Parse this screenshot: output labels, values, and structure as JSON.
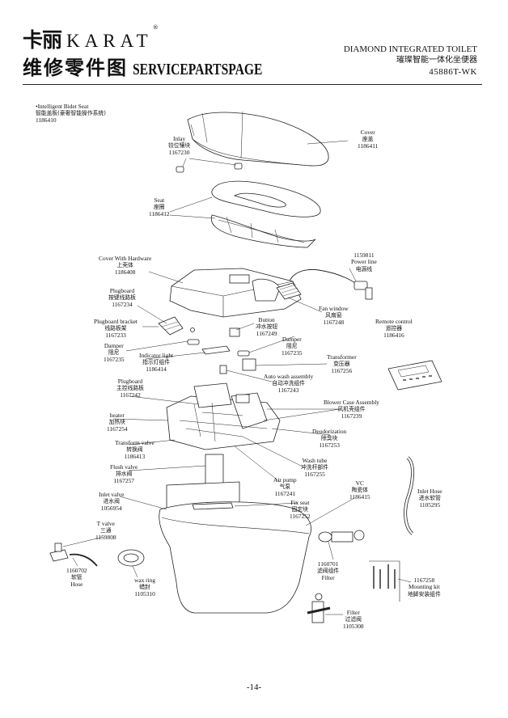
{
  "header": {
    "logo_cn": "卡丽",
    "logo_en": "KARAT",
    "title_cn": "维修零件图",
    "title_en": "SERVICEPARTSPAGE",
    "product_en": "DIAMOND INTEGRATED TOILET",
    "product_cn": "璀璨智能一体化坐便器",
    "model": "45886T-WK"
  },
  "parts": [
    {
      "id": "intelligent-bidet-seat",
      "en": "•Intelligent Bidet Seat",
      "cn": "智能盖板(豪奢智能操作系统)",
      "code": "1186410"
    },
    {
      "id": "inlay",
      "en": "Inlay",
      "cn": "铰位镶块",
      "code": "1167230"
    },
    {
      "id": "cover",
      "en": "Cover",
      "cn": "座盖",
      "code": "1186411"
    },
    {
      "id": "seat",
      "en": "Seat",
      "cn": "座圈",
      "code": "1186412"
    },
    {
      "id": "power-line",
      "en": "Power line",
      "cn": "电源线",
      "code": "1159811"
    },
    {
      "id": "cover-with-hardware",
      "en": "Cover With Hardware",
      "cn": "上壳体",
      "code": "1186408"
    },
    {
      "id": "plugboard-1",
      "en": "Plugboard",
      "cn": "按键线路板",
      "code": "1167234"
    },
    {
      "id": "fan-window",
      "en": "Fan window",
      "cn": "风扇窗",
      "code": "1167248"
    },
    {
      "id": "plugboard-bracket",
      "en": "Plugboard bracket",
      "cn": "线路板架",
      "code": "1167233"
    },
    {
      "id": "button",
      "en": "Button",
      "cn": "冲水按钮",
      "code": "1167249"
    },
    {
      "id": "remote-control",
      "en": "Remote control",
      "cn": "遥控器",
      "code": "1186416"
    },
    {
      "id": "damper-1",
      "en": "Damper",
      "cn": "阻尼",
      "code": "1167235"
    },
    {
      "id": "damper-2",
      "en": "Damper",
      "cn": "阻尼",
      "code": "1167235"
    },
    {
      "id": "indicator-light",
      "en": "Indicator light",
      "cn": "指示灯组件",
      "code": "1186414"
    },
    {
      "id": "transformer",
      "en": "Transformer",
      "cn": "变压器",
      "code": "1167256"
    },
    {
      "id": "auto-wash-assembly",
      "en": "Auto wash assembly",
      "cn": "自动冲洗组件",
      "code": "1167243"
    },
    {
      "id": "plugboard-2",
      "en": "Plugboard",
      "cn": "主控线路板",
      "code": "1167242"
    },
    {
      "id": "blower-case-assembly",
      "en": "Blower Case Assembly",
      "cn": "风机壳组件",
      "code": "1167239"
    },
    {
      "id": "heater",
      "en": "heater",
      "cn": "加热块",
      "code": "1167254"
    },
    {
      "id": "deodorization",
      "en": "Deodorization",
      "cn": "除臭块",
      "code": "1167253"
    },
    {
      "id": "transform-valve",
      "en": "Transform valve",
      "cn": "转换阀",
      "code": "1186413"
    },
    {
      "id": "wash-tube",
      "en": "Wash tube",
      "cn": "冲洗杆部件",
      "code": "1167255"
    },
    {
      "id": "flush-valve",
      "en": "Flush valve",
      "cn": "排水阀",
      "code": "1167257"
    },
    {
      "id": "air-pump",
      "en": "Air pump",
      "cn": "气泵",
      "code": "1167241"
    },
    {
      "id": "vc",
      "en": "VC",
      "cn": "陶瓷体",
      "code": "1186415"
    },
    {
      "id": "inlet-hose",
      "en": "Inlet Hose",
      "cn": "进水软管",
      "code": "1105295"
    },
    {
      "id": "inlet-valve",
      "en": "Inlet valve",
      "cn": "进水阀",
      "code": "1056954"
    },
    {
      "id": "fix-seat",
      "en": "Fix seat",
      "cn": "固定块",
      "code": "1167252"
    },
    {
      "id": "t-valve",
      "en": "T valve",
      "cn": "三通",
      "code": "1159808"
    },
    {
      "id": "filter-1",
      "en": "Filter",
      "cn": "滤阀组件",
      "code": "1160701"
    },
    {
      "id": "mounting-kit",
      "en": "Mounting kit",
      "cn": "地脚安装组件",
      "code": "1167258"
    },
    {
      "id": "hose",
      "en": "Hose",
      "cn": "软管",
      "code": "1160702"
    },
    {
      "id": "wax-ring",
      "en": "wax ring",
      "cn": "蜡封",
      "code": "1105310"
    },
    {
      "id": "filter-2",
      "en": "Filter",
      "cn": "过滤阀",
      "code": "1105308"
    }
  ],
  "footer": {
    "page_number": "-14-"
  }
}
